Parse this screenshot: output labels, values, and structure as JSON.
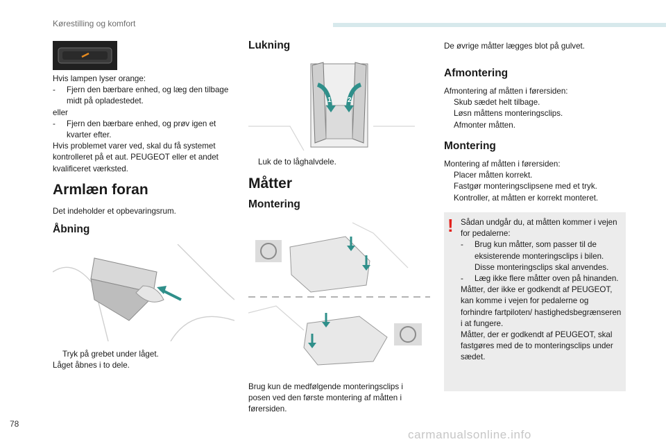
{
  "header": {
    "section": "Kørestilling og komfort"
  },
  "page_number": "78",
  "watermark": "carmanualsonline.info",
  "col1": {
    "lamp_text": "Hvis lampen lyser orange:",
    "lamp_step1": "Fjern den bærbare enhed, og læg den tilbage midt på opladestedet.",
    "or": "eller",
    "lamp_step2": "Fjern den bærbare enhed, og prøv igen et kvarter efter.",
    "problem_text": "Hvis problemet varer ved, skal du få systemet kontrolleret på et aut. PEUGEOT eller et andet kvalificeret værksted.",
    "armrest_title": "Armlæn foran",
    "armrest_desc": "Det indeholder et opbevaringsrum.",
    "opening_title": "Åbning",
    "opening_step": "Tryk på grebet under låget.",
    "opening_note": "Låget åbnes i to dele."
  },
  "col2": {
    "closing_title": "Lukning",
    "closing_step": "Luk de to låghalvdele.",
    "mats_title": "Måtter",
    "fitting_title": "Montering",
    "clip_note": "Brug kun de medfølgende monteringsclips i posen ved den første montering af måtten i førersiden."
  },
  "col3": {
    "other_mats": "De øvrige måtter lægges blot på gulvet.",
    "removal_title": "Afmontering",
    "removal_intro": "Afmontering af måtten i førersiden:",
    "removal_steps": [
      "Skub sædet helt tilbage.",
      "Løsn måttens monteringsclips.",
      "Afmonter måtten."
    ],
    "fitting_title": "Montering",
    "fitting_intro": "Montering af måtten i førersiden:",
    "fitting_steps": [
      "Placer måtten korrekt.",
      "Fastgør monteringsclipsene med et tryk.",
      "Kontroller, at måtten er korrekt monteret."
    ],
    "warning": {
      "intro": "Sådan undgår du, at måtten kommer i vejen for pedalerne:",
      "item1": "Brug kun måtter, som passer til de eksisterende monteringsclips i bilen. Disse monteringsclips skal anvendes.",
      "item2": "Læg ikke flere måtter oven på hinanden.",
      "para1": "Måtter, der ikke er godkendt af PEUGEOT, kan komme i vejen for pedalerne og forhindre fartpiloten/ hastighedsbegrænseren i at fungere.",
      "para2": "Måtter, der er godkendt af PEUGEOT, skal fastgøres med de to monteringsclips under sædet."
    }
  },
  "figures": {
    "callout_1": "1",
    "callout_2": "2"
  },
  "bullet_glyph": "",
  "dash_glyph": "-",
  "colors": {
    "header_bar": "#d7e9ec",
    "accent_green": "#2f8f8a",
    "warning_red": "#e2211c",
    "note_bg": "#ececec"
  }
}
